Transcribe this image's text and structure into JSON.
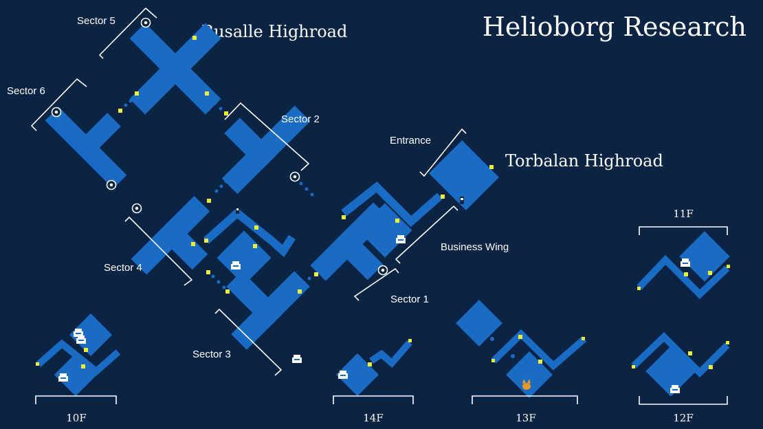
{
  "map": {
    "title": "Helioborg Research",
    "areas": {
      "rusalle": "Rusalle Highroad",
      "torbalan": "Torbalan Highroad"
    },
    "labels": {
      "sector1": "Sector 1",
      "sector2": "Sector 2",
      "sector3": "Sector 3",
      "sector4": "Sector 4",
      "sector5": "Sector 5",
      "sector6": "Sector 6",
      "entrance": "Entrance",
      "business_wing": "Business Wing"
    },
    "floors": {
      "f10": "10F",
      "f11": "11F",
      "f12": "12F",
      "f13": "13F",
      "f14": "14F"
    }
  },
  "colors": {
    "background": "#0c2443",
    "corridor": "#1a6bc4",
    "door": "#ecec3a",
    "label": "#ffffff",
    "marker_special": "#e79a2a"
  },
  "icons": [
    "warp-point-icon",
    "typewriter-save-icon",
    "elevator-icon",
    "cat-marker-icon"
  ]
}
